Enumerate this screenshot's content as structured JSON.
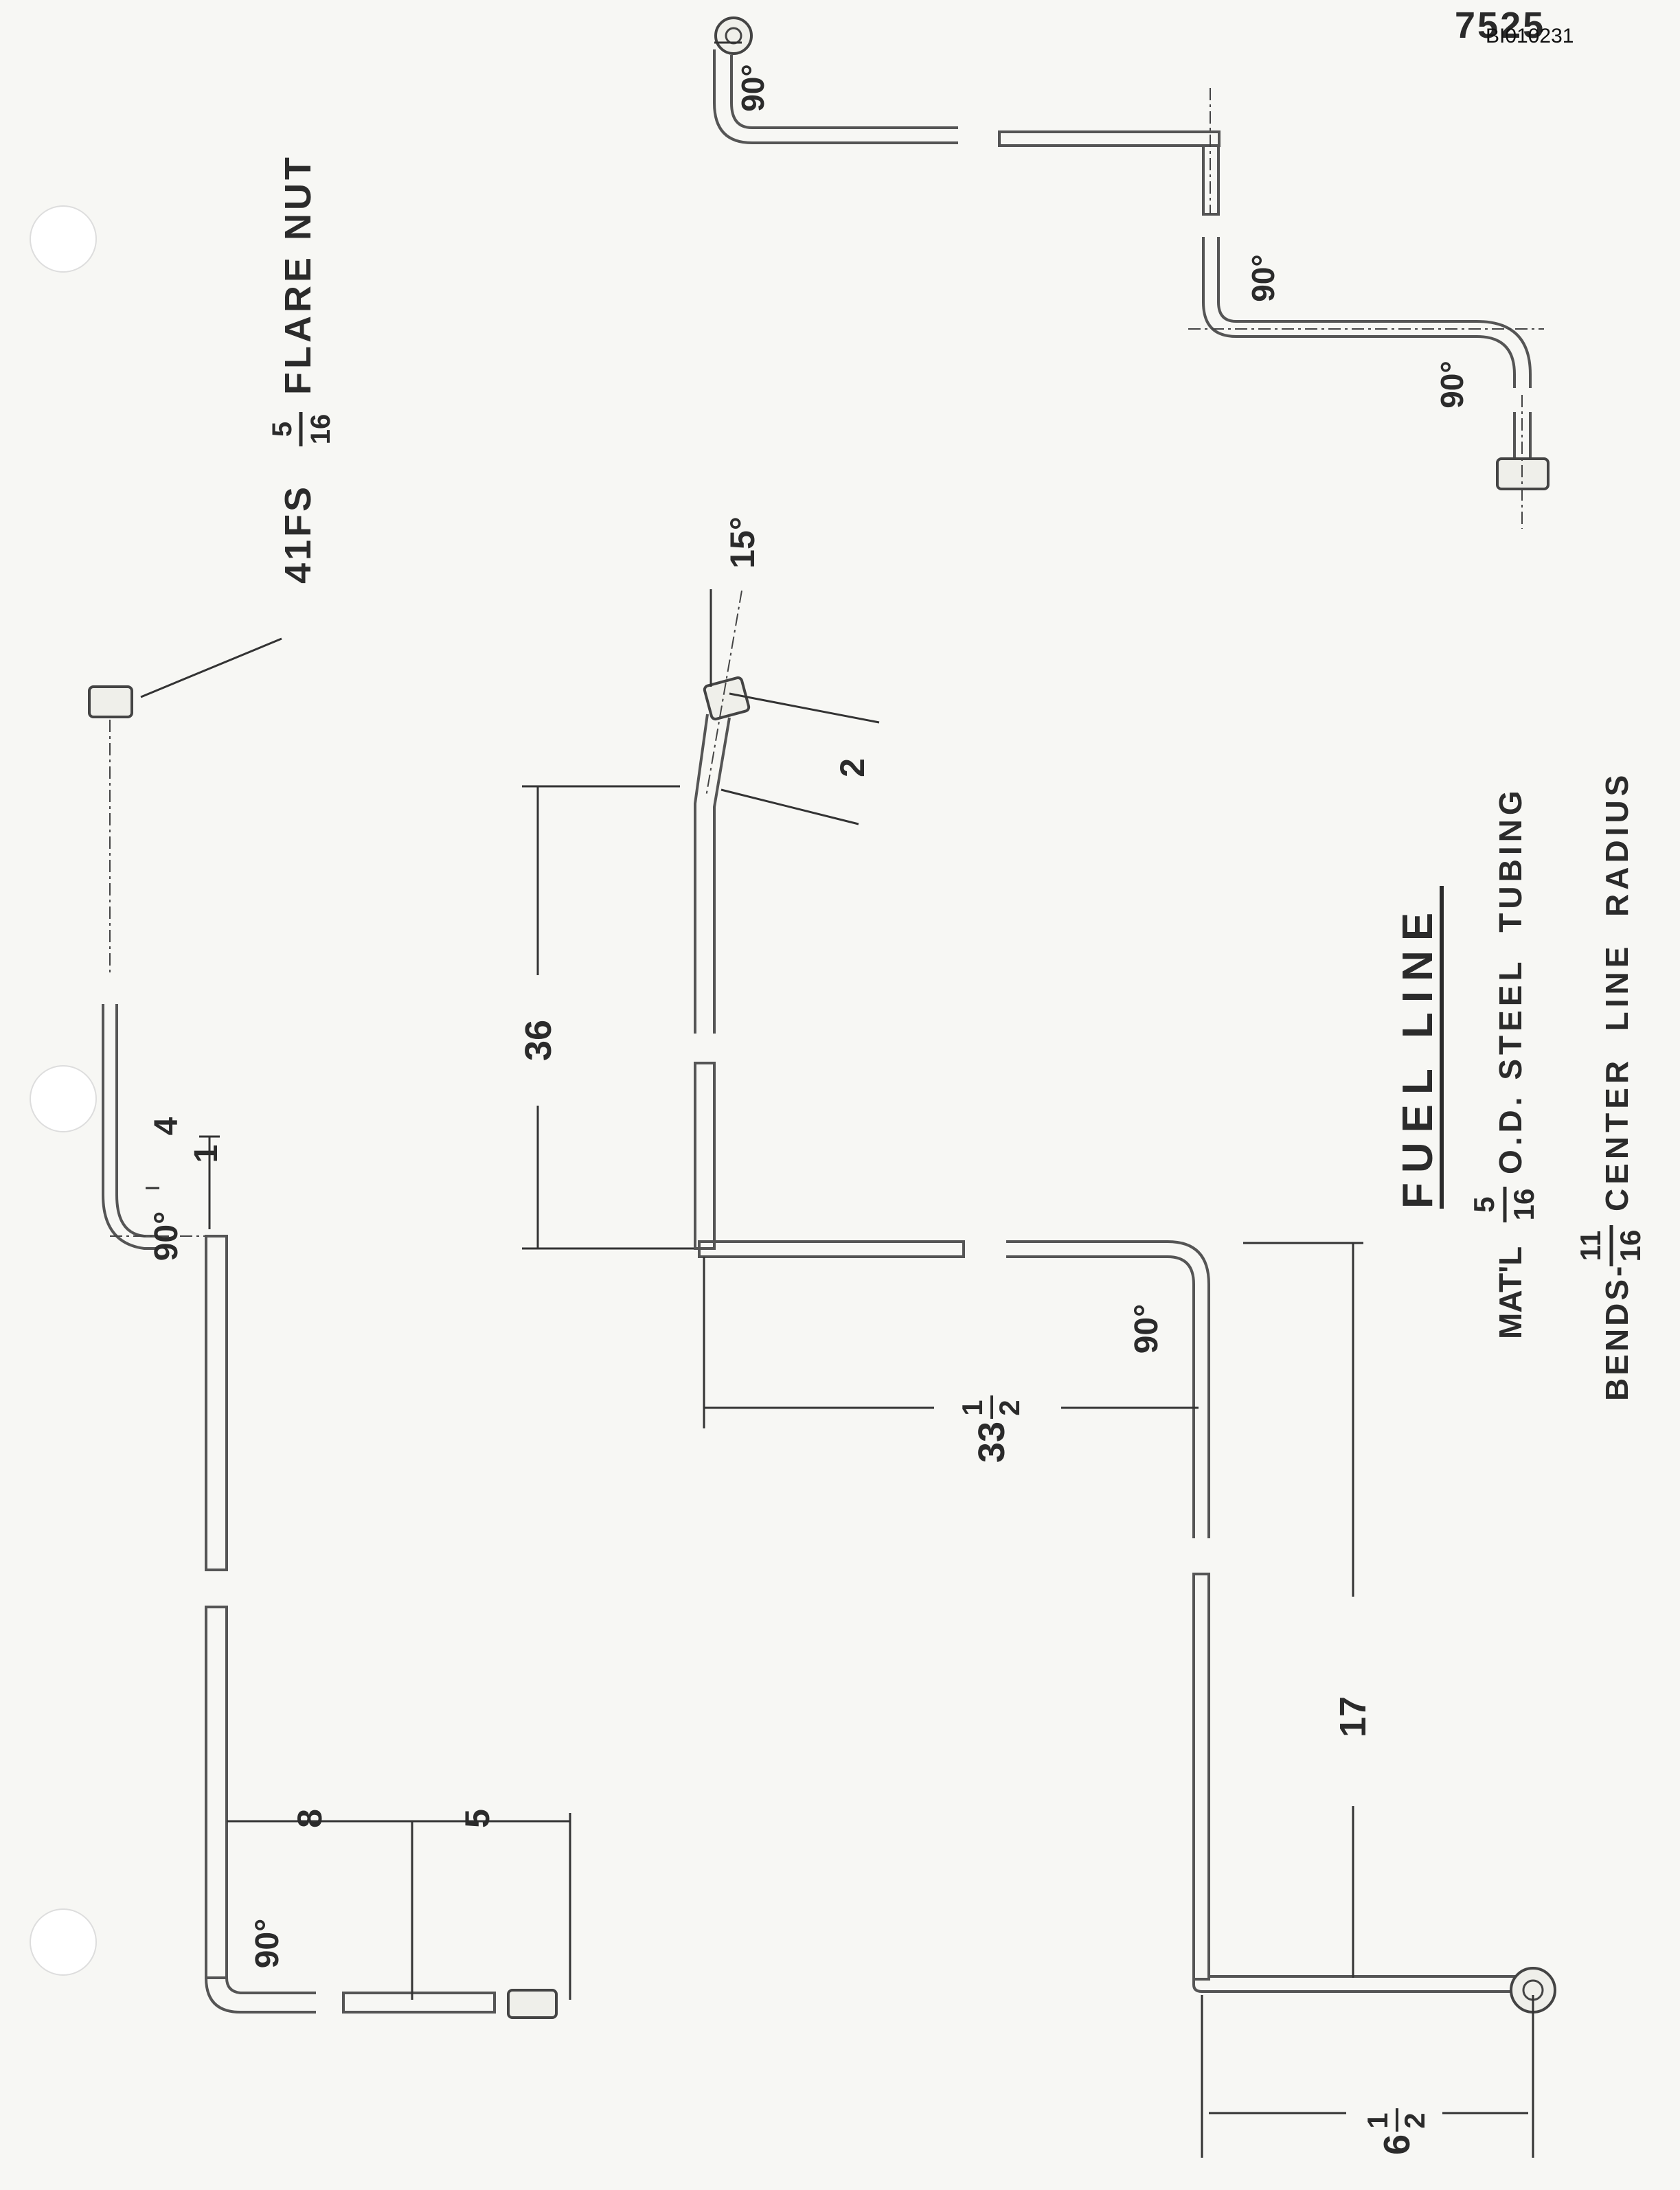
{
  "page_number": "7525",
  "document_id": "BI010231",
  "callout": {
    "part": "41FS",
    "fraction": {
      "numerator": "5",
      "denominator": "16"
    },
    "item": "FLARE NUT"
  },
  "dimensions": {
    "d_4": "4",
    "d_1": "1",
    "d_8": "8",
    "d_5": "5",
    "d_36": "36",
    "d_2": "2",
    "d_15deg": "15°",
    "d_33_whole": "33",
    "d_half_num": "1",
    "d_half_den": "2",
    "d_17": "17",
    "d_6_whole": "6"
  },
  "bend_angle": "90°",
  "title_block": {
    "title": "FUEL LINE",
    "material_label": "MAT'L",
    "material_fraction": {
      "numerator": "5",
      "denominator": "16"
    },
    "material_text": "O.D. STEEL  TUBING",
    "bends_label": "BENDS-",
    "bends_fraction": {
      "numerator": "11",
      "denominator": "16"
    },
    "bends_text": "CENTER  LINE  RADIUS"
  }
}
